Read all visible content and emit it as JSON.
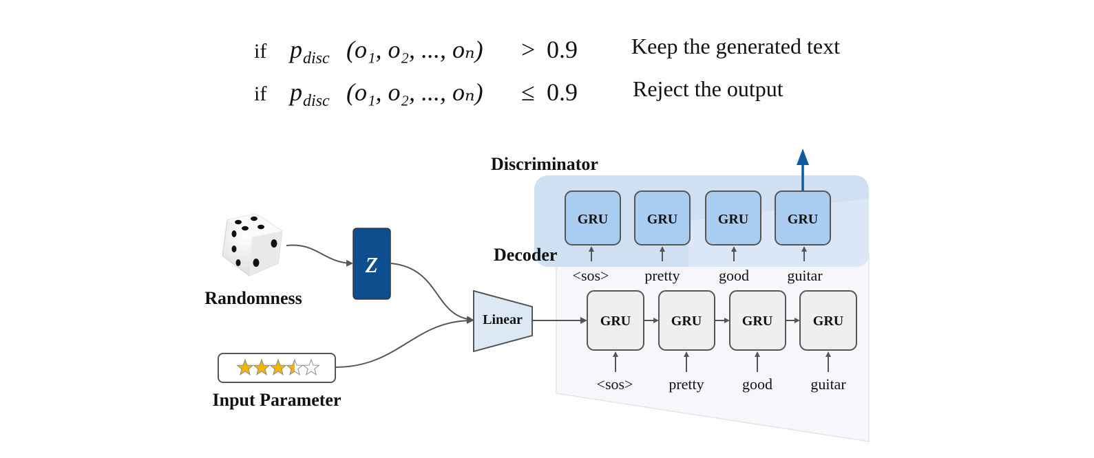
{
  "rules": [
    {
      "if_label": "if",
      "prob_symbol": "p",
      "prob_subscript": "disc",
      "args": "(o₁, o₂, ..., oₙ)",
      "operator": ">",
      "threshold": "0.9",
      "action": "Keep the generated text"
    },
    {
      "if_label": "if",
      "prob_symbol": "p",
      "prob_subscript": "disc",
      "args": "(o₁, o₂, ..., oₙ)",
      "operator": "≤",
      "threshold": "0.9",
      "action": "Reject the output"
    }
  ],
  "labels": {
    "discriminator": "Discriminator",
    "decoder": "Decoder",
    "randomness": "Randomness",
    "input_parameter": "Input Parameter",
    "z": "z",
    "linear": "Linear"
  },
  "discriminator_cells": [
    {
      "label": "GRU",
      "input": "<sos>"
    },
    {
      "label": "GRU",
      "input": "pretty"
    },
    {
      "label": "GRU",
      "input": "good"
    },
    {
      "label": "GRU",
      "input": "guitar"
    }
  ],
  "decoder_cells": [
    {
      "label": "GRU",
      "input": "<sos>"
    },
    {
      "label": "GRU",
      "input": "pretty"
    },
    {
      "label": "GRU",
      "input": "good"
    },
    {
      "label": "GRU",
      "input": "guitar"
    }
  ],
  "rating": {
    "value": 3.5,
    "max": 5
  },
  "colors": {
    "z_box": "#0d4e8e",
    "disc_gru": "#a9cdf1",
    "dec_gru": "#efefef",
    "linear": "#dce9f5",
    "output_arrow": "#0f5aa0",
    "star": "#f4b400"
  }
}
